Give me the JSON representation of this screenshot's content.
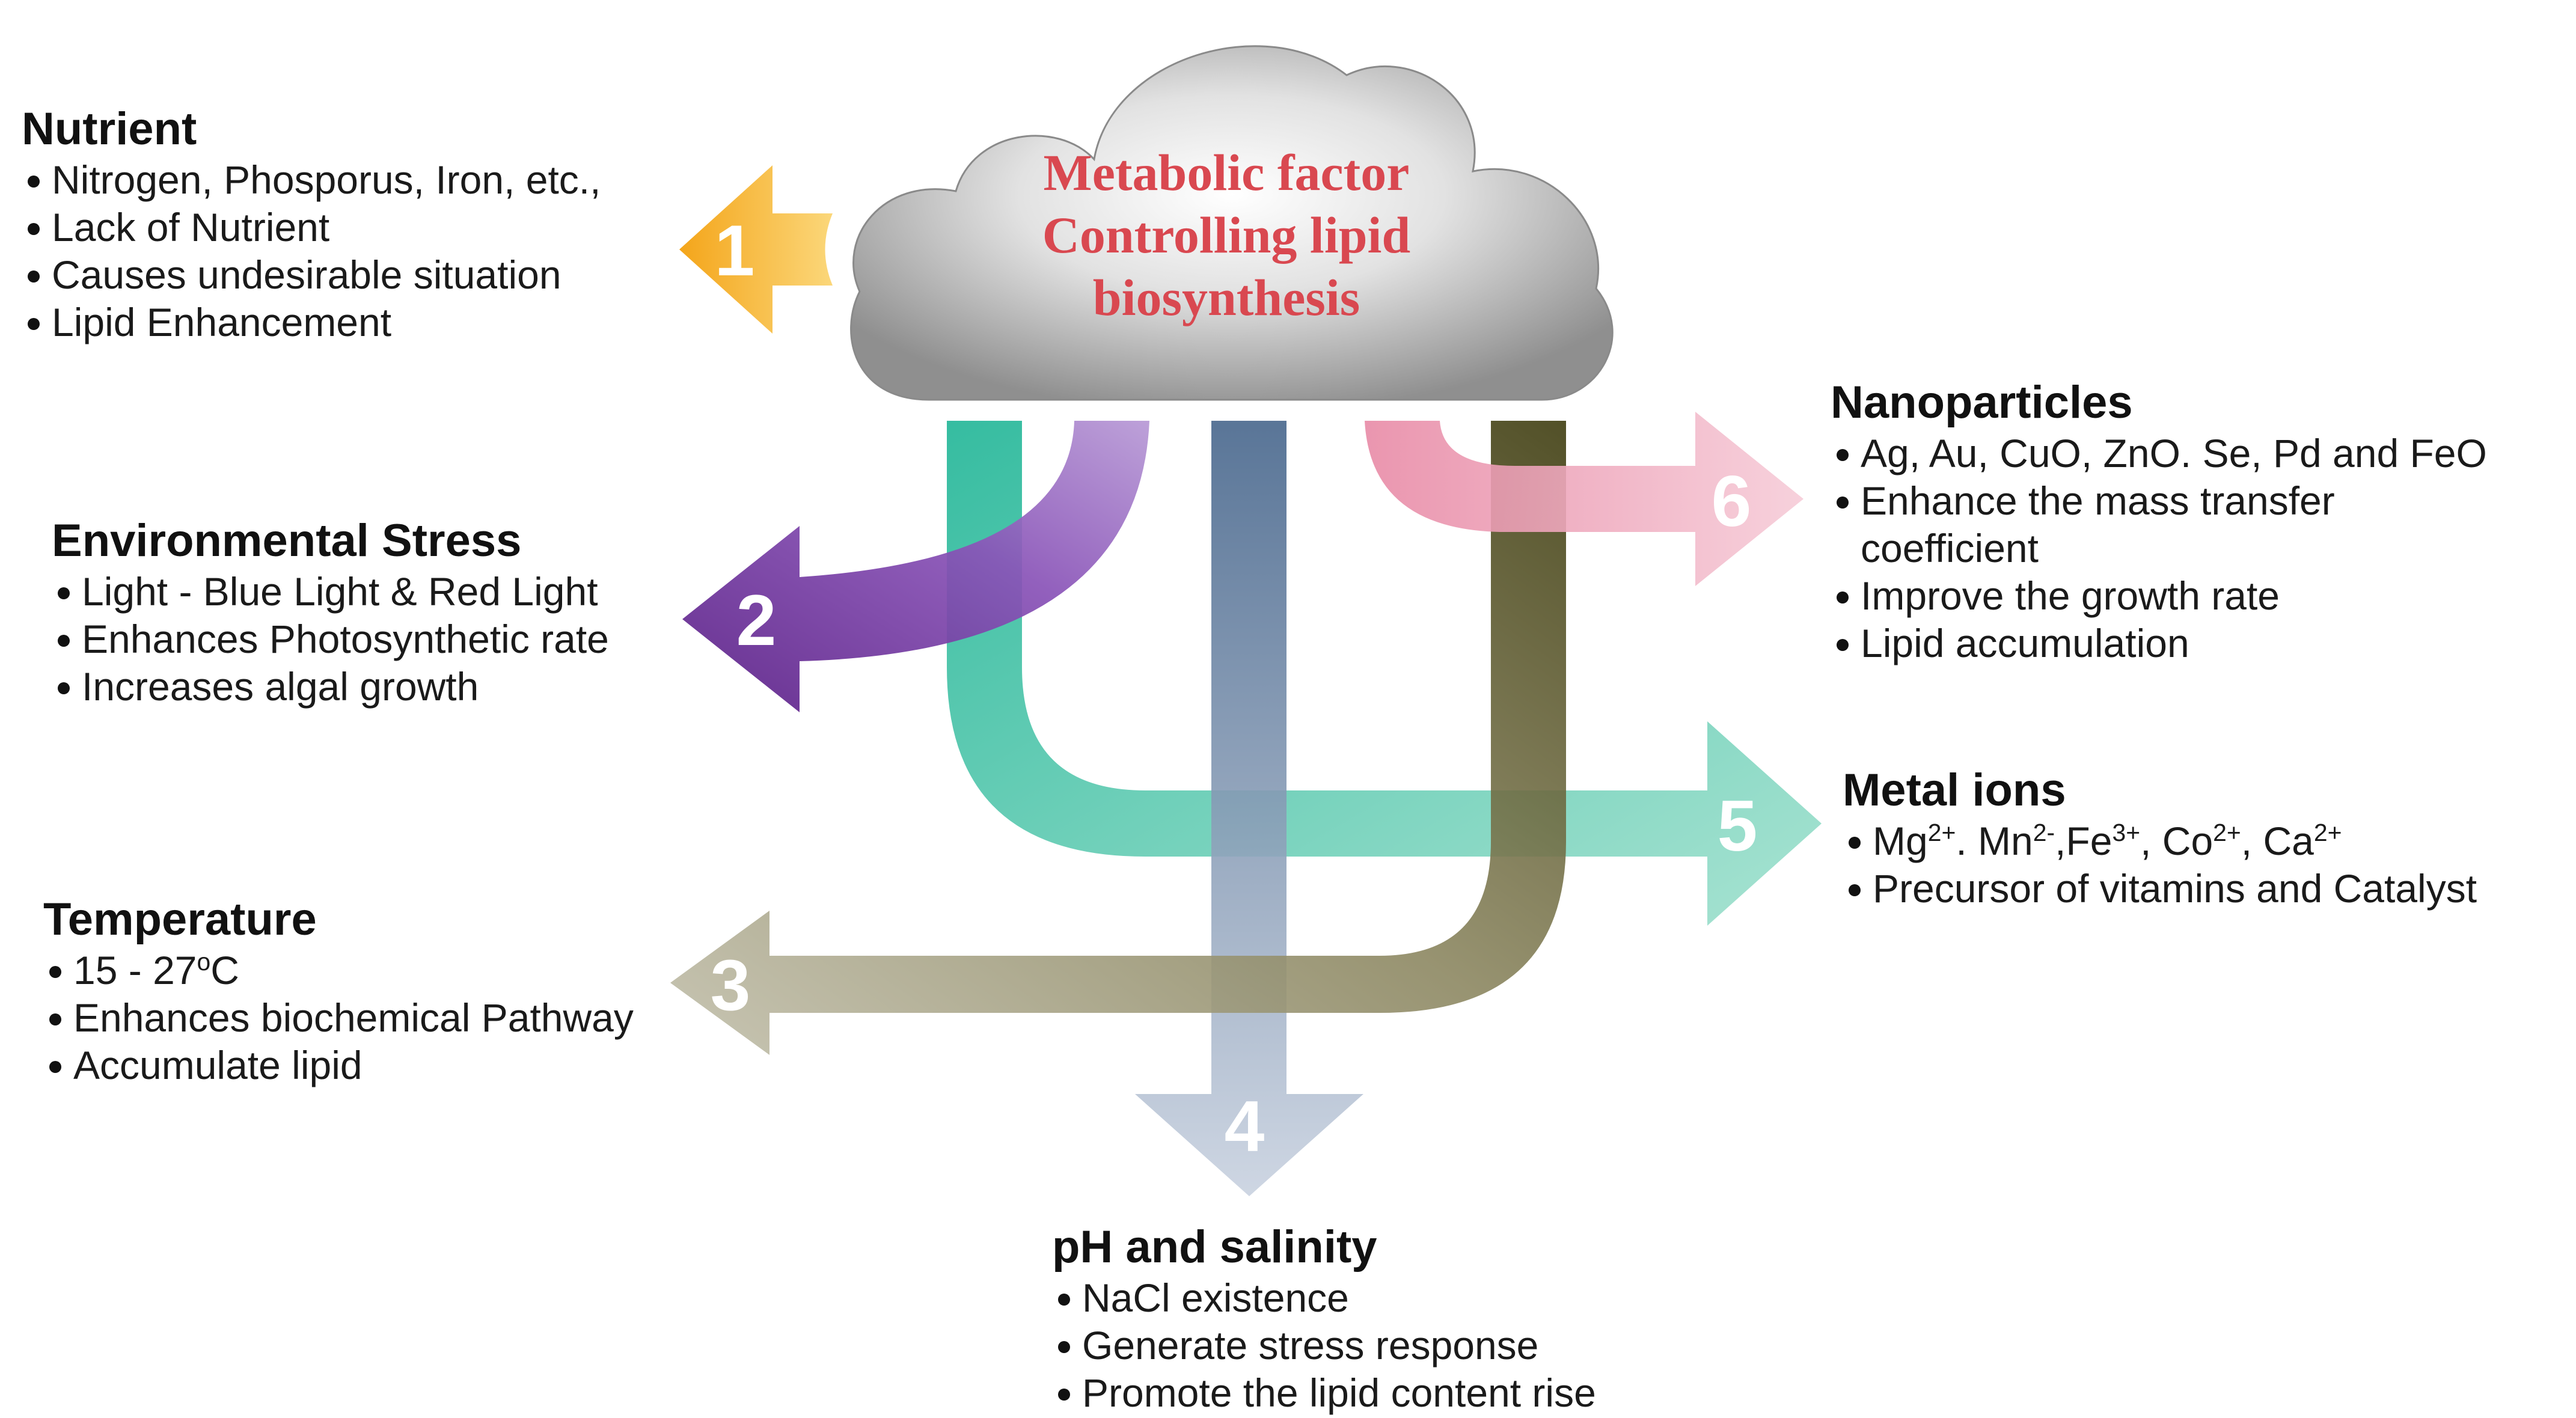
{
  "center": {
    "lines": [
      "Metabolic factor",
      "Controlling lipid",
      "biosynthesis"
    ]
  },
  "arrows": {
    "n1": "1",
    "n2": "2",
    "n3": "3",
    "n4": "4",
    "n5": "5",
    "n6": "6"
  },
  "nutrient": {
    "title": "Nutrient",
    "items": [
      "Nitrogen, Phosporus, Iron, etc.,",
      "Lack of Nutrient",
      "Causes undesirable situation",
      "Lipid Enhancement"
    ]
  },
  "environmental_stress": {
    "title": "Environmental Stress",
    "items": [
      "Light - Blue Light & Red Light",
      "Enhances Photosynthetic rate",
      "Increases algal growth"
    ]
  },
  "temperature": {
    "title": "Temperature",
    "range": "15 - 27",
    "unit": "o",
    "unit_suffix": "C",
    "items": [
      "Enhances biochemical Pathway",
      "Accumulate lipid"
    ]
  },
  "ph_salinity": {
    "title": "pH and salinity",
    "items": [
      "NaCl existence",
      "Generate stress response",
      "Promote the lipid content rise"
    ]
  },
  "nanoparticles": {
    "title": "Nanoparticles",
    "items": [
      "Ag, Au, CuO, ZnO. Se, Pd and FeO",
      "Enhance the mass transfer",
      "coefficient",
      "Improve the growth rate",
      "Lipid accumulation"
    ]
  },
  "metal_ions": {
    "title": "Metal ions",
    "ions": [
      {
        "base": "Mg",
        "charge": "2+",
        "sep": ". "
      },
      {
        "base": "Mn",
        "charge": "2-",
        "sep": ","
      },
      {
        "base": "Fe",
        "charge": "3+",
        "sep": ", "
      },
      {
        "base": "Co",
        "charge": "2+",
        "sep": ", "
      },
      {
        "base": "Ca",
        "charge": "2+",
        "sep": ""
      }
    ],
    "items": [
      "Precursor of vitamins and Catalyst"
    ]
  },
  "colors": {
    "nutrient_arrow": "#f6b01e",
    "environment_arrow": "#6a2a9a",
    "temperature_arrow": "#b7b39c",
    "ph_arrow": "#9aa8c0",
    "metal_arrow": "#6fcfb6",
    "nano_arrow": "#efa5bb",
    "title_red": "#d94850"
  }
}
